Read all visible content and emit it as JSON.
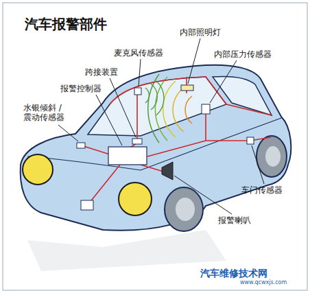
{
  "diagram": {
    "title": "汽车报警部件",
    "labels": [
      "麦克风传感器",
      "内部照明灯",
      "内部压力传感器",
      "跨接装置",
      "报警控制器",
      "水银倾斜 /震动传感器",
      "车门传感器",
      "报警喇叭",
      "汽车维修技术网",
      "www.qcwxjs.com"
    ]
  }
}
